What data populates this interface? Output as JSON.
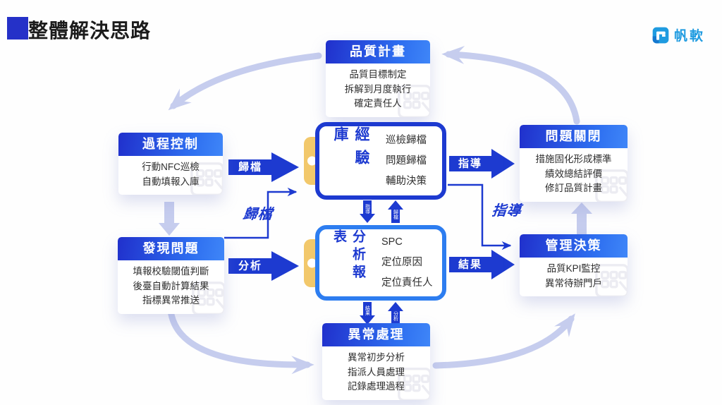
{
  "header": {
    "title": "整體解決思路",
    "brand": "帆軟"
  },
  "nodes": {
    "quality_plan": {
      "title": "品質計畫",
      "items": [
        "品質目標制定",
        "拆解到月度執行",
        "確定責任人"
      ]
    },
    "process_control": {
      "title": "過程控制",
      "items": [
        "行動NFC巡檢",
        "自動填報入庫"
      ]
    },
    "find_problem": {
      "title": "發現問題",
      "items": [
        "填報校驗閾值判斷",
        "後臺自動計算結果",
        "指標異常推送"
      ]
    },
    "experience_lib": {
      "title": "經驗庫",
      "items": [
        "巡檢歸檔",
        "問題歸檔",
        "輔助決策"
      ]
    },
    "analysis_report": {
      "title": "分析報表",
      "items": [
        "SPC",
        "定位原因",
        "定位責任人"
      ]
    },
    "problem_close": {
      "title": "問題關閉",
      "items": [
        "措施固化形成標準",
        "績效總結評價",
        "修訂品質計畫"
      ]
    },
    "mgmt_decision": {
      "title": "管理決策",
      "items": [
        "品質KPI監控",
        "異常待辦門戶"
      ]
    },
    "exception_handle": {
      "title": "異常處理",
      "items": [
        "異常初步分析",
        "指派人員處理",
        "記錄處理過程"
      ]
    }
  },
  "edges": {
    "archive": "歸檔",
    "analyze": "分析",
    "guide": "指導",
    "result": "結果",
    "archive_feedback": "歸檔",
    "guide_feedback": "指導",
    "mini_guide": "指導",
    "mini_archive": "歸檔",
    "mini_result": "結果",
    "mini_analyze": "分析"
  },
  "colors": {
    "primary_blue": "#1d3ad0",
    "bright_blue": "#2d7df0",
    "header_gradient_start": "#2030cc",
    "header_gradient_end": "#3f86f8",
    "lavender": "#c6cdee",
    "clip_yellow": "#f2c86b",
    "logo_blue": "#1f9be0"
  }
}
